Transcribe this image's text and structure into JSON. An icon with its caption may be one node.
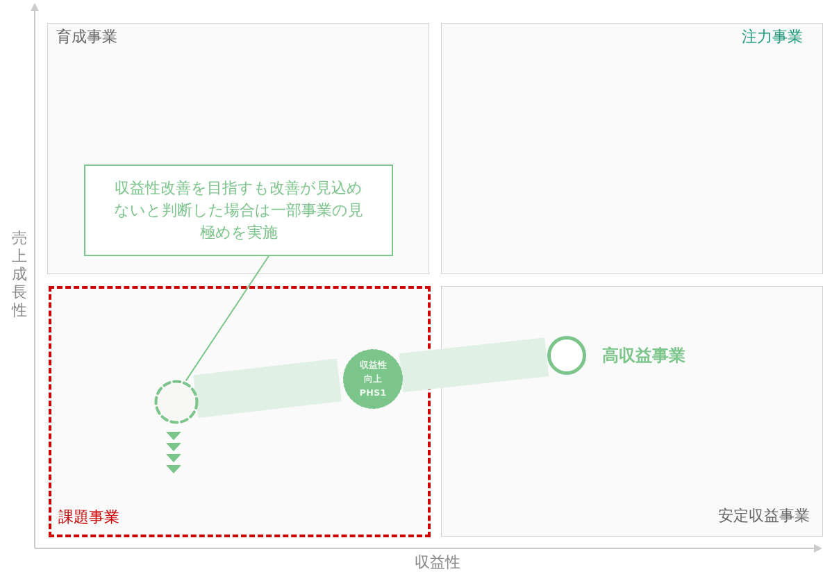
{
  "diagram": {
    "nodes": [
      {
        "text": [
          "育成事業"
        ]
      },
      {
        "text": [
          "注力事業"
        ]
      },
      {
        "text": [
          "課題事業"
        ]
      },
      {
        "text": [
          "安定収益事業"
        ]
      },
      {
        "text": [
          "収益性改善を目指すも改善が見込めないと判断した場合は一部事業の見極めを実施"
        ],
        "in": 0
      },
      {
        "text": [],
        "shape": "circle",
        "in": 2
      },
      {
        "text": [
          "収益性向上PHS1"
        ],
        "in": 2
      },
      {
        "text": [],
        "shape": "circle",
        "in": 3,
        "beside": [
          "高収益事業"
        ]
      }
    ],
    "edges": [
      {
        "from": 4,
        "to": 5,
        "arrow": "none",
        "color": "#7bc48a"
      },
      {
        "from": 5,
        "to": 6,
        "arrow": "none"
      },
      {
        "from": 6,
        "to": 7,
        "arrow": "none"
      }
    ],
    "labels": [
      "売上成長性",
      "収益性"
    ]
  }
}
